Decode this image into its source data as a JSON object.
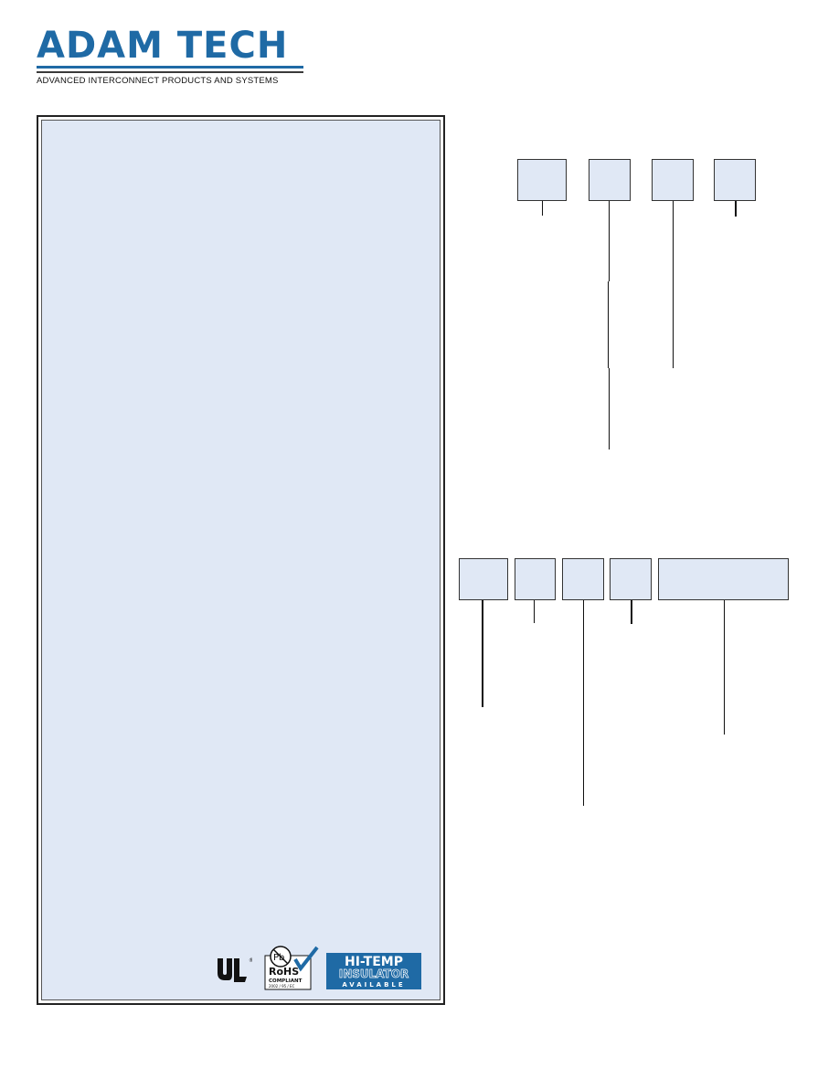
{
  "header": {
    "logo_text": "ADAM TECH",
    "tagline": "ADVANCED INTERCONNECT PRODUCTS AND SYSTEMS"
  },
  "certifications": {
    "ul_mark": "UL",
    "rohs": {
      "pb": "Pb",
      "name": "RoHS",
      "compliant": "COMPLIANT",
      "directive": "2002 / 95 / EC"
    },
    "hi_temp": {
      "line1": "HI-TEMP",
      "line2": "INSULATOR",
      "line3": "AVAILABLE"
    }
  },
  "colors": {
    "brand_blue": "#1f6aa5",
    "panel_fill": "#e0e8f5",
    "line": "#111111"
  }
}
